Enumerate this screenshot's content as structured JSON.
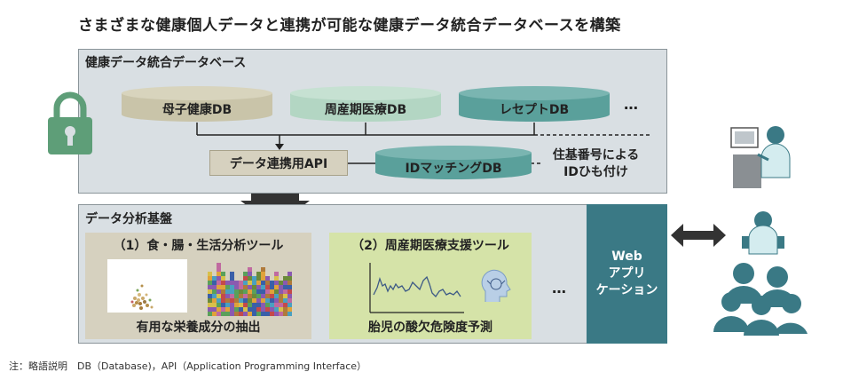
{
  "title": "さまざまな健康個人データと連携が可能な健康データ統合データベースを構築",
  "integrated_db": {
    "title": "健康データ統合データベース",
    "databases": [
      {
        "label": "母子健康DB",
        "color": "#c9c4a9"
      },
      {
        "label": "周産期医療DB",
        "color": "#b3d6c3"
      },
      {
        "label": "レセプトDB",
        "color": "#5aa09b"
      }
    ],
    "ellipsis": "…",
    "api_label": "データ連携用API",
    "id_matching_label": "IDマッチングDB",
    "juki_lines": [
      "住基番号による",
      "IDひも付け"
    ]
  },
  "analysis": {
    "title": "データ分析基盤",
    "tools": [
      {
        "title": "（1）食・腸・生活分析ツール",
        "caption": "有用な栄養成分の抽出"
      },
      {
        "title": "（2）周産期医療支援ツール",
        "caption": "胎児の酸欠危険度予測"
      }
    ],
    "ellipsis": "…",
    "web_lines": [
      "Web",
      "アプリ",
      "ケーション"
    ]
  },
  "note": "注：略語説明　DB（Database)，API（Application Programming Interface）",
  "colors": {
    "lock": "#5e9e78",
    "teal": "#3a7985",
    "people": "#3a7985"
  }
}
